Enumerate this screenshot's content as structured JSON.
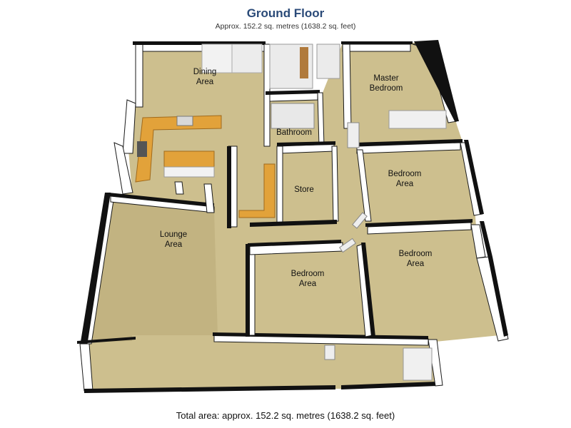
{
  "header": {
    "title": "Ground Floor",
    "subtitle": "Approx. 152.2 sq. metres (1638.2 sq. feet)"
  },
  "footer": {
    "total": "Total area: approx. 152.2 sq. metres (1638.2 sq. feet)"
  },
  "rooms": {
    "dining": {
      "line1": "Dining",
      "line2": "Area"
    },
    "master": {
      "line1": "Master",
      "line2": "Bedroom"
    },
    "bathroom": {
      "line1": "Bathroom"
    },
    "store": {
      "line1": "Store"
    },
    "bedroom1": {
      "line1": "Bedroom",
      "line2": "Area"
    },
    "lounge": {
      "line1": "Lounge",
      "line2": "Area"
    },
    "bedroom2": {
      "line1": "Bedroom",
      "line2": "Area"
    },
    "bedroom3": {
      "line1": "Bedroom",
      "line2": "Area"
    }
  },
  "colors": {
    "title": "#2a4a78",
    "floor": "#cdbf8e",
    "wall": "#111111",
    "kitchen_counter": "#e2a23a"
  }
}
